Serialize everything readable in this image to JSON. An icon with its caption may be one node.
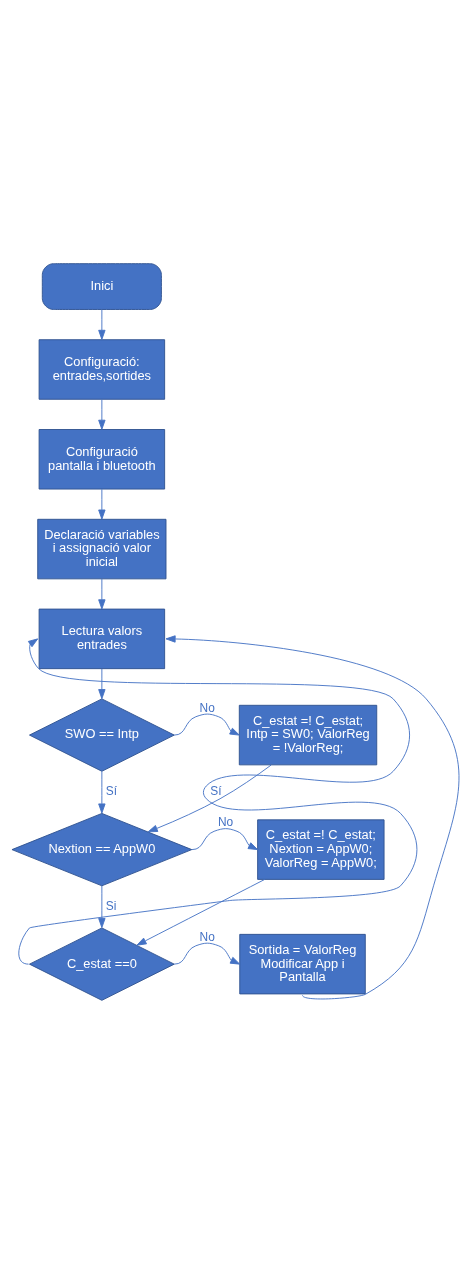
{
  "diagram": {
    "nodes": [
      {
        "text": [
          "Inici"
        ]
      },
      {
        "text": [
          "Configuració: entrades,sortides"
        ]
      },
      {
        "text": [
          "Configuració pantalla i bluetooth"
        ]
      },
      {
        "text": [
          "Declaració variables i assignació valor inicial"
        ]
      },
      {
        "text": [
          "Lectura valors entrades"
        ]
      },
      {
        "text": [
          "SWO == Intp"
        ]
      },
      {
        "text": [
          "C_estat =! C_estat; Intp = SW0; ValorReg = !ValorReg;"
        ]
      },
      {
        "text": [
          "Nextion == AppW0"
        ]
      },
      {
        "text": [
          "C_estat =! C_estat; Nextion = AppW0; ValorReg = AppW0;"
        ]
      },
      {
        "text": [
          "C_estat ==0"
        ]
      },
      {
        "text": [
          "Sortida = ValorReg Modificar App i Pantalla"
        ]
      }
    ],
    "edges": [
      {
        "from": 0,
        "to": 1,
        "arrow": "to"
      },
      {
        "from": 1,
        "to": 2,
        "arrow": "to"
      },
      {
        "from": 2,
        "to": 3,
        "arrow": "to"
      },
      {
        "from": 3,
        "to": 4,
        "arrow": "to"
      },
      {
        "from": 4,
        "to": 5,
        "arrow": "to"
      },
      {
        "from": 5,
        "to": 6,
        "arrow": "to",
        "label": "No"
      },
      {
        "from": 5,
        "to": 7,
        "arrow": "to",
        "label": "Sí"
      },
      {
        "from": 6,
        "to": 7,
        "arrow": "to"
      },
      {
        "from": 7,
        "to": 8,
        "arrow": "to",
        "label": "No"
      },
      {
        "from": 7,
        "to": 9,
        "arrow": "to",
        "label": "Si"
      },
      {
        "from": 8,
        "to": 9,
        "arrow": "to"
      },
      {
        "from": 9,
        "to": 4,
        "arrow": "to",
        "label": "Sí"
      },
      {
        "from": 9,
        "to": 10,
        "arrow": "to",
        "label": "No"
      },
      {
        "from": 10,
        "to": 4,
        "arrow": "to"
      }
    ]
  }
}
